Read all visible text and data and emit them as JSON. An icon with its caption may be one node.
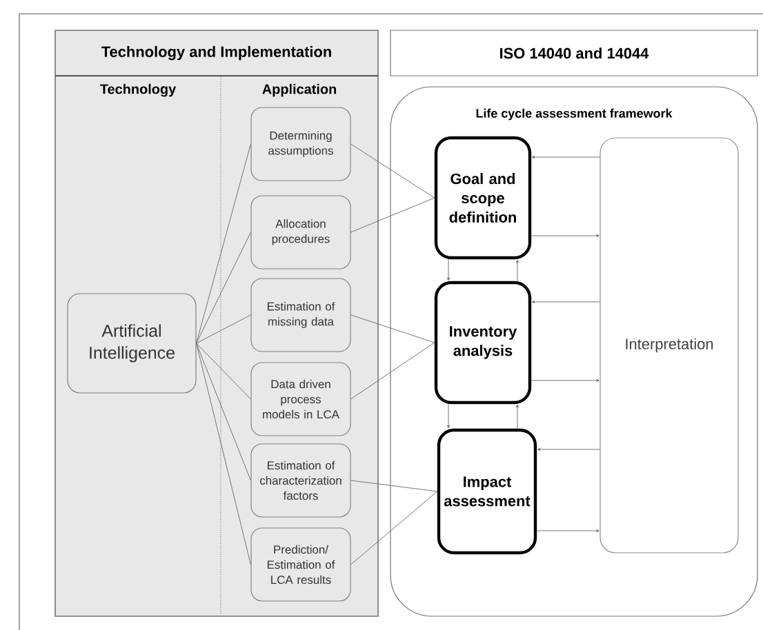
{
  "diagram": {
    "nodes": [
      {
        "text": [
          "Technology and Implementation"
        ]
      },
      {
        "text": [
          "ISO 14040 and 14044"
        ]
      },
      {
        "text": [
          "Artificial Intelligence"
        ],
        "in": 0
      },
      {
        "text": [
          "Determining assumptions"
        ],
        "in": 0
      },
      {
        "text": [
          "Allocation procedures"
        ],
        "in": 0
      },
      {
        "text": [
          "Estimation of missing data"
        ],
        "in": 0
      },
      {
        "text": [
          "Data driven process models in LCA"
        ],
        "in": 0
      },
      {
        "text": [
          "Estimation of characterization factors"
        ],
        "in": 0
      },
      {
        "text": [
          "Prediction/ Estimation of LCA results"
        ],
        "in": 0
      },
      {
        "text": [
          "Life cycle assessment framework"
        ]
      },
      {
        "text": [
          "Goal and scope definition"
        ],
        "in": 9
      },
      {
        "text": [
          "Inventory analysis"
        ],
        "in": 9
      },
      {
        "text": [
          "Impact assessment"
        ],
        "in": 9
      },
      {
        "text": [
          "Interpretation"
        ],
        "in": 9
      }
    ],
    "edges": [
      {
        "from": 2,
        "to": 3,
        "arrow": "none"
      },
      {
        "from": 2,
        "to": 4,
        "arrow": "none"
      },
      {
        "from": 2,
        "to": 5,
        "arrow": "none"
      },
      {
        "from": 2,
        "to": 6,
        "arrow": "none"
      },
      {
        "from": 2,
        "to": 7,
        "arrow": "none"
      },
      {
        "from": 2,
        "to": 8,
        "arrow": "none"
      },
      {
        "from": 3,
        "to": 10,
        "arrow": "none"
      },
      {
        "from": 4,
        "to": 10,
        "arrow": "none"
      },
      {
        "from": 5,
        "to": 11,
        "arrow": "none"
      },
      {
        "from": 6,
        "to": 11,
        "arrow": "none"
      },
      {
        "from": 7,
        "to": 12,
        "arrow": "none"
      },
      {
        "from": 8,
        "to": 12,
        "arrow": "none"
      },
      {
        "from": 10,
        "to": 11,
        "arrow": "to"
      },
      {
        "from": 11,
        "to": 10,
        "arrow": "to"
      },
      {
        "from": 11,
        "to": 12,
        "arrow": "to"
      },
      {
        "from": 12,
        "to": 11,
        "arrow": "to"
      },
      {
        "from": 13,
        "to": 10,
        "arrow": "to"
      },
      {
        "from": 10,
        "to": 13,
        "arrow": "to"
      },
      {
        "from": 13,
        "to": 11,
        "arrow": "to"
      },
      {
        "from": 11,
        "to": 13,
        "arrow": "to"
      },
      {
        "from": 13,
        "to": 12,
        "arrow": "to"
      },
      {
        "from": 12,
        "to": 13,
        "arrow": "to"
      }
    ],
    "labels": [
      "Technology",
      "Application"
    ]
  }
}
